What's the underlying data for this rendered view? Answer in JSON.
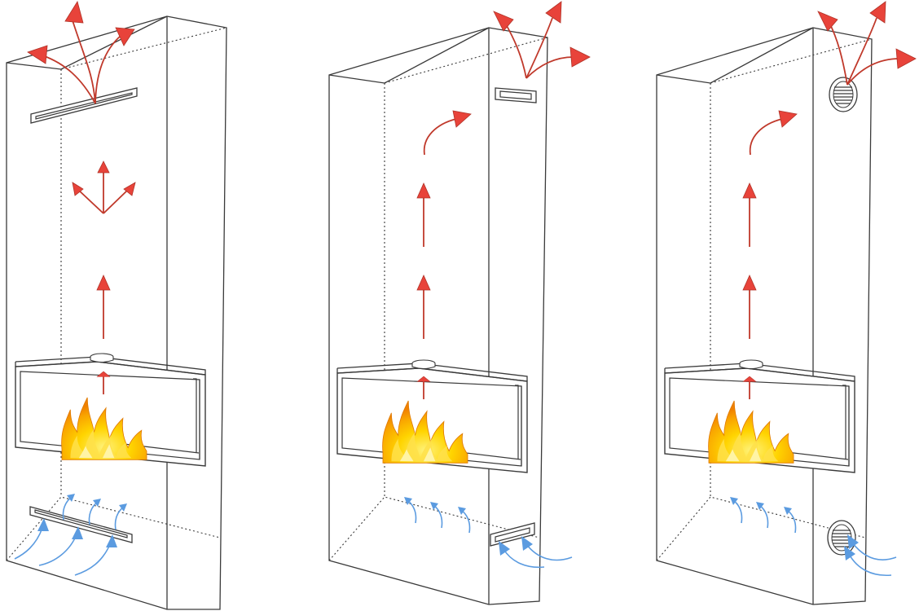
{
  "diagrams": [
    {
      "id": "wide-slot-vents",
      "inlet_vent": "slot",
      "outlet_vent": "slot"
    },
    {
      "id": "small-slot-vents",
      "inlet_vent": "slot",
      "outlet_vent": "slot"
    },
    {
      "id": "round-grille-vents",
      "inlet_vent": "round-grille",
      "outlet_vent": "round-grille"
    }
  ],
  "colors": {
    "hot_air": "#e8433a",
    "cold_air": "#5b9be0",
    "outline": "#3a3a3a",
    "flame_outer": "#f59a00",
    "flame_inner": "#ffd400"
  },
  "icons": [
    "fireplace-flame",
    "hot-air-arrow",
    "cold-air-arrow",
    "vent-slot",
    "round-vent-grille"
  ]
}
